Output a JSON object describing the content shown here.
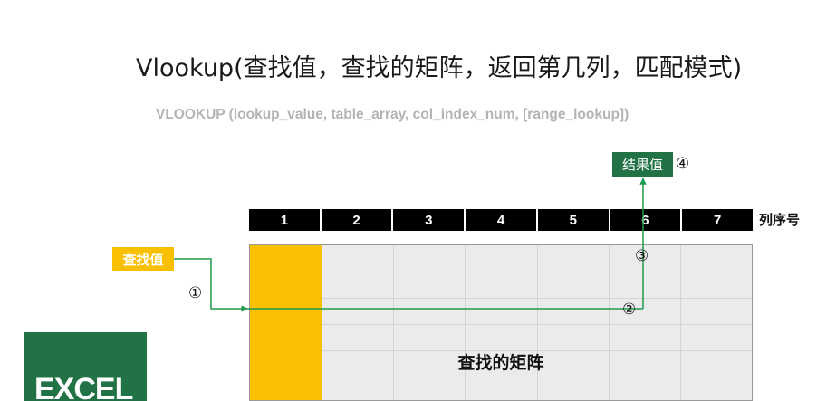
{
  "header": {
    "title": "Vlookup(查找值，查找的矩阵，返回第几列，匹配模式)",
    "subtitle": "VLOOKUP (lookup_value, table_array, col_index_num, [range_lookup])"
  },
  "columns": {
    "numbers": [
      "1",
      "2",
      "3",
      "4",
      "5",
      "6",
      "7"
    ],
    "label": "列序号"
  },
  "matrix": {
    "label": "查找的矩阵"
  },
  "lookup_value": {
    "label": "查找值"
  },
  "result": {
    "label": "结果值"
  },
  "steps": {
    "s1": "①",
    "s2": "②",
    "s3": "③",
    "s4": "④"
  },
  "logo": {
    "text": "EXCEL",
    "icon": "excel-home-logo"
  },
  "colors": {
    "gold": "#F8C000",
    "green": "#217346",
    "line": "#1F9A4E",
    "header": "#000000",
    "matrix": "#EBEBEB"
  }
}
